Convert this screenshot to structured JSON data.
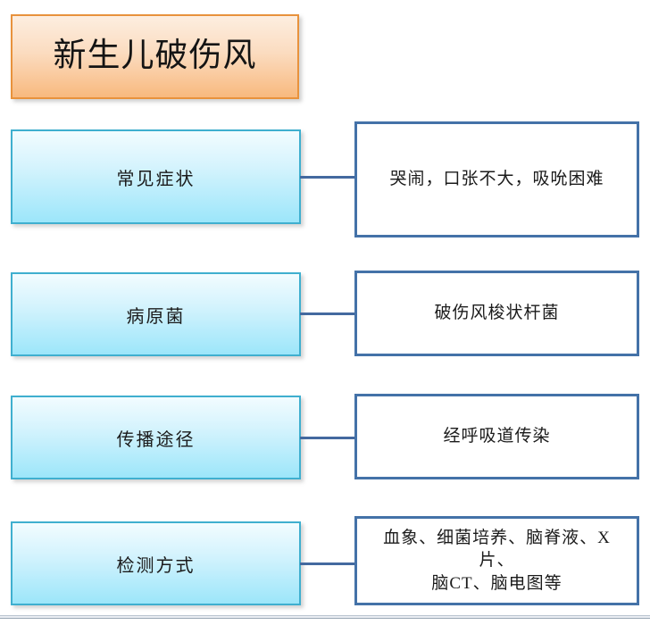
{
  "title": {
    "text": "新生儿破伤风"
  },
  "colors": {
    "title_border": "#E8923C",
    "title_fill_top": "#FDEEE0",
    "title_fill_bottom": "#F8B97E",
    "left_border": "#3FAFCF",
    "left_fill_top": "#F2FCFF",
    "left_fill_bottom": "#9CE6FA",
    "right_border": "#4472A8",
    "right_fill": "#FFFFFF",
    "connector": "#43699F",
    "text": "#1B1B1B"
  },
  "rows": [
    {
      "label": "常见症状",
      "value": "哭闹，口张不大，吸吮困难",
      "lines": [
        "哭闹，口张不大，吸吮困难"
      ]
    },
    {
      "label": "病原菌",
      "value": "破伤风梭状杆菌",
      "lines": [
        "破伤风梭状杆菌"
      ]
    },
    {
      "label": "传播途径",
      "value": "经呼吸道传染",
      "lines": [
        "经呼吸道传染"
      ]
    },
    {
      "label": "检测方式",
      "value": "血象、细菌培养、脑脊液、X片、脑CT、脑电图等",
      "lines": [
        "血象、细菌培养、脑脊液、X片、",
        "脑CT、脑电图等"
      ]
    }
  ]
}
